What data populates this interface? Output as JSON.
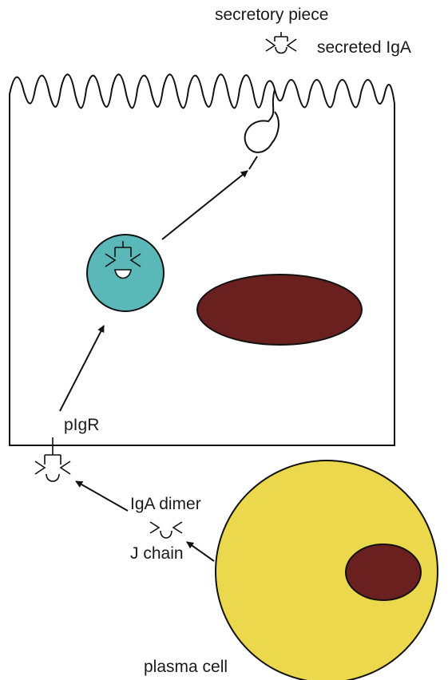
{
  "labels": {
    "secretory_piece": "secretory piece",
    "secreted_iga": "secreted IgA",
    "pigr": "pIgR",
    "iga_dimer": "IgA dimer",
    "j_chain": "J chain",
    "plasma_cell": "plasma cell"
  },
  "colors": {
    "vesicle": "#5bb8b8",
    "nucleus": "#6b2020",
    "plasma_cell": "#ecd84c",
    "outline": "#111111"
  }
}
